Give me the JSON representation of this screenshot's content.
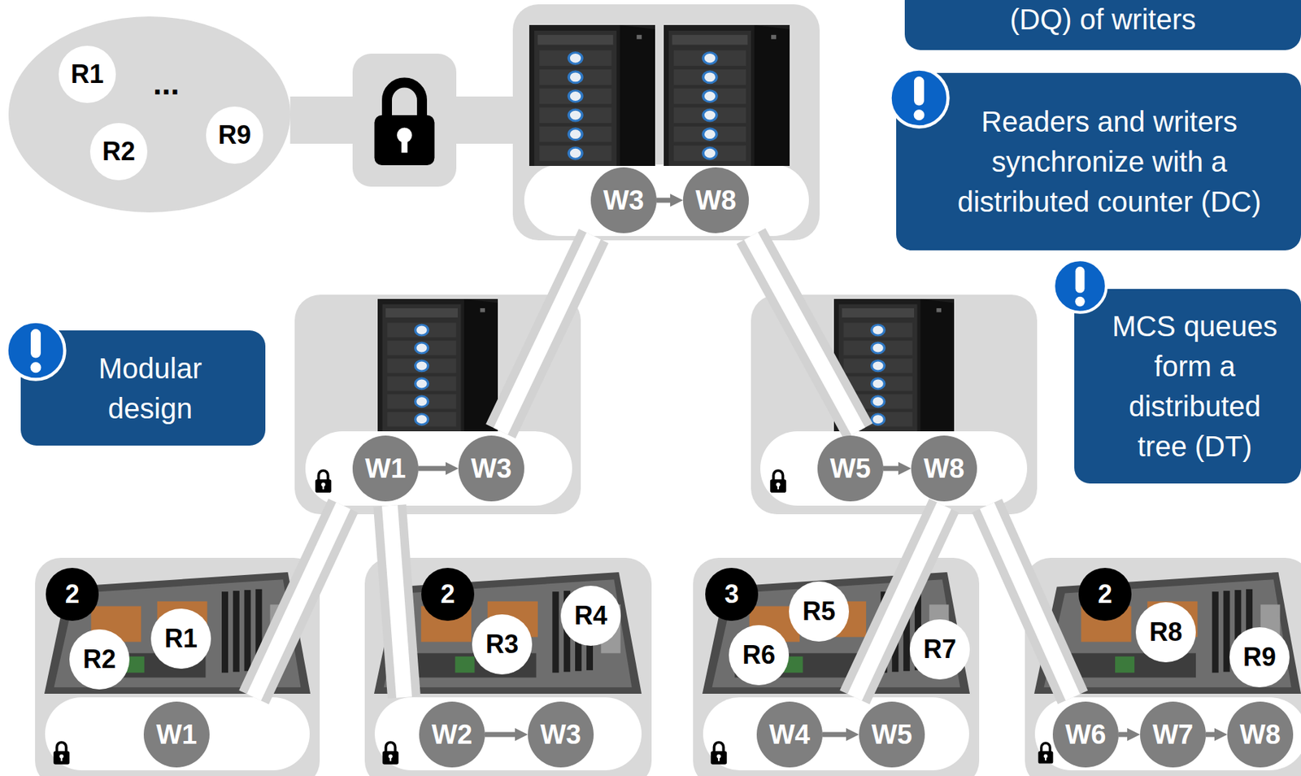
{
  "diagram": {
    "nodes": [
      {
        "text": [
          "..."
        ]
      },
      {
        "text": [
          "R1"
        ],
        "in": 0
      },
      {
        "text": [
          "R2"
        ],
        "in": 0
      },
      {
        "text": [
          "R9"
        ],
        "in": 0
      },
      {
        "text": []
      },
      {
        "text": [],
        "in": 4
      },
      {
        "text": [
          "W3"
        ],
        "in": 5
      },
      {
        "text": [
          "W8"
        ],
        "in": 5
      },
      {
        "text": [
          "(DQ) of writers"
        ]
      },
      {
        "text": [
          "Readers and writers synchronize with a distributed counter (DC)"
        ]
      },
      {
        "text": [
          "Modular design"
        ]
      },
      {
        "text": [
          "MCS queues form a distributed tree (DT)"
        ]
      },
      {
        "text": []
      },
      {
        "text": [],
        "in": 12
      },
      {
        "text": [
          "W1"
        ],
        "in": 13
      },
      {
        "text": [
          "W3"
        ],
        "in": 13
      },
      {
        "text": []
      },
      {
        "text": [],
        "in": 16
      },
      {
        "text": [
          "W5"
        ],
        "in": 17
      },
      {
        "text": [
          "W8"
        ],
        "in": 17
      },
      {
        "text": []
      },
      {
        "text": [
          "2"
        ],
        "in": 20
      },
      {
        "text": [
          "R1"
        ],
        "in": 20
      },
      {
        "text": [
          "R2"
        ],
        "in": 20
      },
      {
        "text": [],
        "in": 20
      },
      {
        "text": [
          "W1"
        ],
        "in": 24
      },
      {
        "text": []
      },
      {
        "text": [
          "2"
        ],
        "in": 26
      },
      {
        "text": [
          "R3"
        ],
        "in": 26
      },
      {
        "text": [
          "R4"
        ],
        "in": 26
      },
      {
        "text": [],
        "in": 26
      },
      {
        "text": [
          "W2"
        ],
        "in": 30
      },
      {
        "text": [
          "W3"
        ],
        "in": 30
      },
      {
        "text": []
      },
      {
        "text": [
          "3"
        ],
        "in": 33
      },
      {
        "text": [
          "R5"
        ],
        "in": 33
      },
      {
        "text": [
          "R6"
        ],
        "in": 33
      },
      {
        "text": [
          "R7"
        ],
        "in": 33
      },
      {
        "text": [],
        "in": 33
      },
      {
        "text": [
          "W4"
        ],
        "in": 38
      },
      {
        "text": [
          "W5"
        ],
        "in": 38
      },
      {
        "text": []
      },
      {
        "text": [
          "2"
        ],
        "in": 41
      },
      {
        "text": [
          "R8"
        ],
        "in": 41
      },
      {
        "text": [
          "R9"
        ],
        "in": 41
      },
      {
        "text": [],
        "in": 41
      },
      {
        "text": [
          "W6"
        ],
        "in": 45
      },
      {
        "text": [
          "W7"
        ],
        "in": 45
      },
      {
        "text": [
          "W8"
        ],
        "in": 45
      }
    ],
    "edges": [
      {
        "from": 0,
        "to": 4,
        "arrow": "none"
      },
      {
        "from": 6,
        "to": 7,
        "arrow": "to"
      },
      {
        "from": 14,
        "to": 15,
        "arrow": "to"
      },
      {
        "from": 18,
        "to": 19,
        "arrow": "to"
      },
      {
        "from": 13,
        "to": 5,
        "arrow": "none"
      },
      {
        "from": 17,
        "to": 5,
        "arrow": "none"
      },
      {
        "from": 24,
        "to": 13,
        "arrow": "none"
      },
      {
        "from": 30,
        "to": 13,
        "arrow": "none"
      },
      {
        "from": 38,
        "to": 17,
        "arrow": "none"
      },
      {
        "from": 45,
        "to": 17,
        "arrow": "none"
      },
      {
        "from": 31,
        "to": 32,
        "arrow": "to"
      },
      {
        "from": 39,
        "to": 40,
        "arrow": "to"
      },
      {
        "from": 46,
        "to": 47,
        "arrow": "to"
      },
      {
        "from": 47,
        "to": 48,
        "arrow": "to"
      }
    ]
  }
}
